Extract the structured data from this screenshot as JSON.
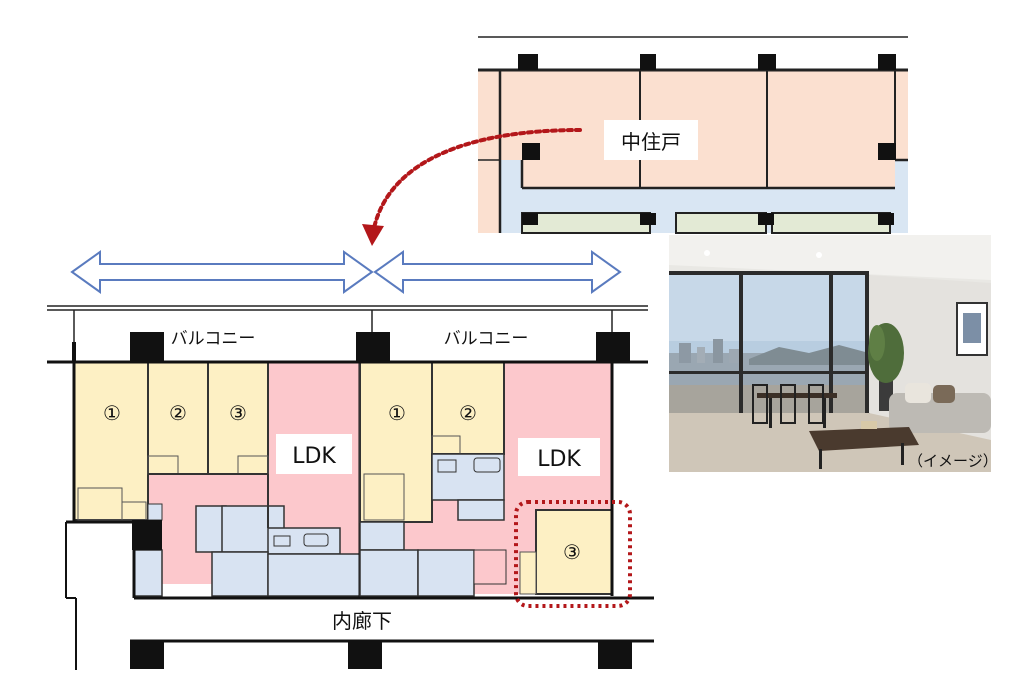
{
  "upper_plan": {
    "unit_label": "中住戸"
  },
  "lower_plan": {
    "balcony_left": "バルコニー",
    "balcony_right": "バルコニー",
    "left_unit": {
      "room1": "①",
      "room2": "②",
      "room3": "③",
      "ldk": "LDK"
    },
    "right_unit": {
      "room1": "①",
      "room2": "②",
      "room3": "③",
      "ldk": "LDK"
    },
    "corridor": "内廊下"
  },
  "photo": {
    "caption": "（イメージ）"
  },
  "colors": {
    "room": "#fdf0c4",
    "ldk": "#fcc8cc",
    "wet_area": "#d8e3f2",
    "upper_unit": "#fbe0d0",
    "upper_corridor": "#d9e6f3",
    "arrow_outline": "#5a7bbf",
    "dotted_red": "#b3171a"
  }
}
